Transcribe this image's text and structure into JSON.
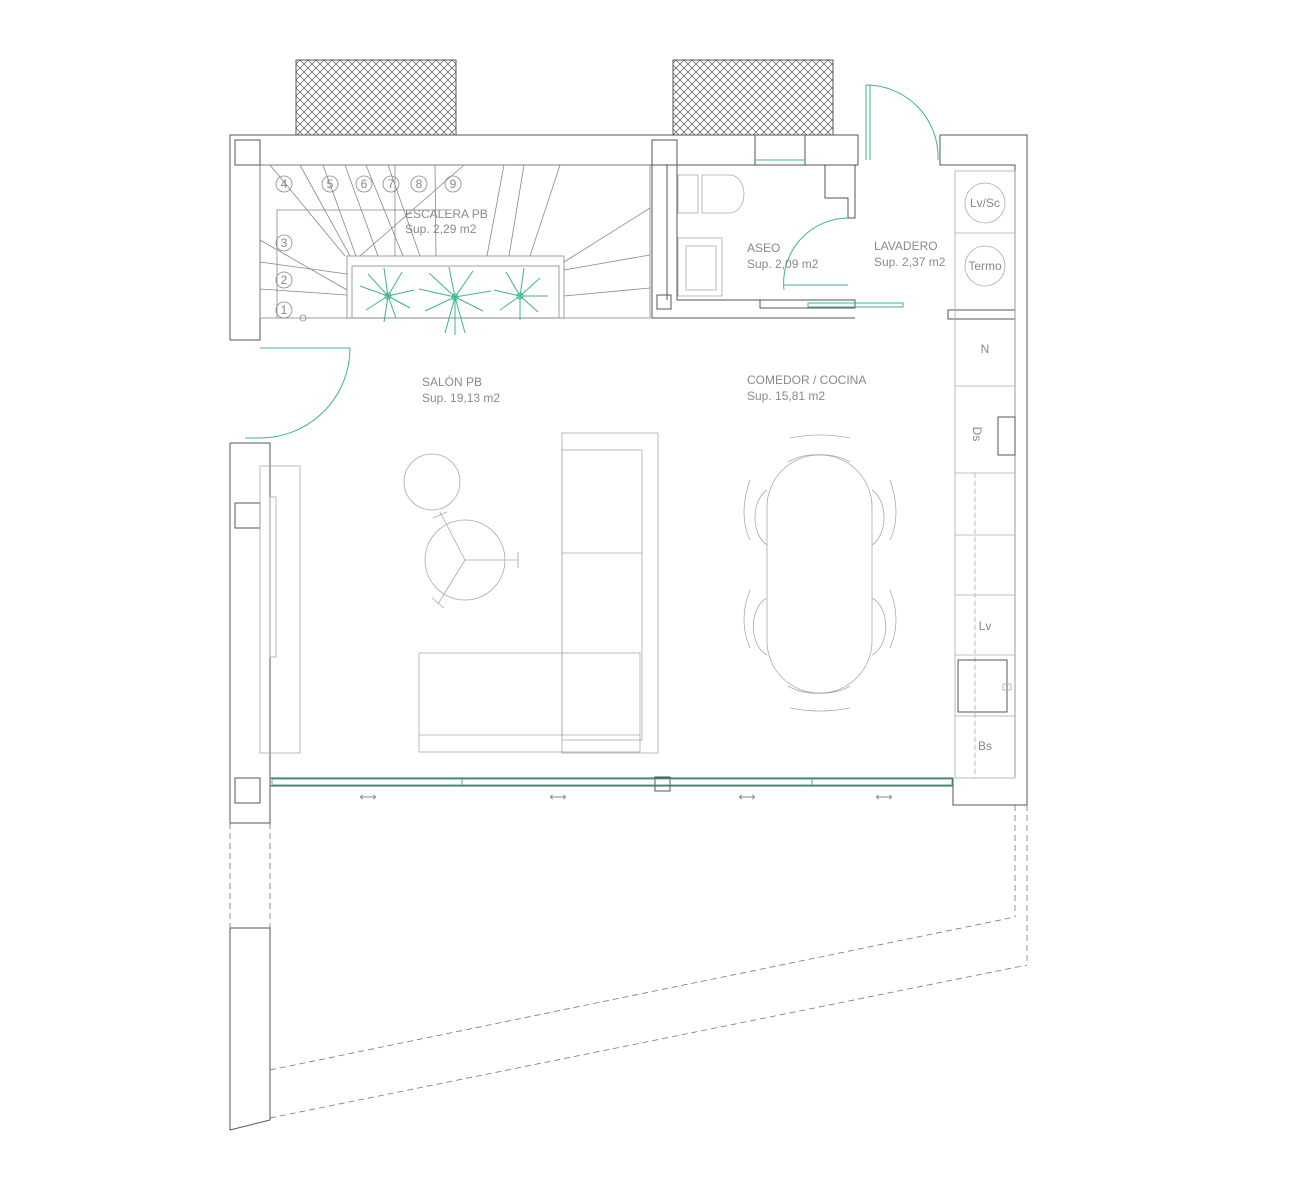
{
  "rooms": {
    "escalera": {
      "name": "ESCALERA PB",
      "area": "Sup. 2,29 m2"
    },
    "aseo": {
      "name": "ASEO",
      "area": "Sup. 2,09 m2"
    },
    "lavadero": {
      "name": "LAVADERO",
      "area": "Sup. 2,37 m2"
    },
    "salon": {
      "name": "SALÓN PB",
      "area": "Sup. 19,13 m2"
    },
    "comedor": {
      "name": "COMEDOR / COCINA",
      "area": "Sup. 15,81 m2"
    }
  },
  "steps": [
    "1",
    "2",
    "3",
    "4",
    "5",
    "6",
    "7",
    "8",
    "9"
  ],
  "appliances": {
    "lv_sc": "Lv/Sc",
    "termo": "Termo",
    "n": "N",
    "ds": "Ds",
    "lv": "Lv",
    "bs": "Bs"
  },
  "sliding_arrow": "⟷",
  "colors": {
    "walls": "#555555",
    "accent": "#3fb58a"
  }
}
